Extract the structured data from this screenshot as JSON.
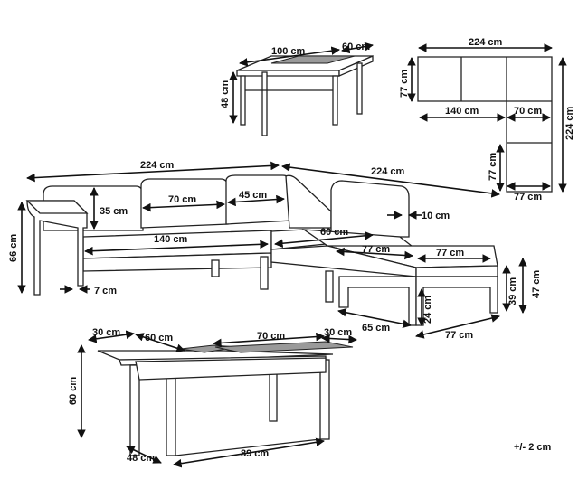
{
  "colors": {
    "ink": "#111111",
    "paper": "#ffffff",
    "glass": "#9a9a9a"
  },
  "labels": {
    "table_top_width": "100 cm",
    "table_top_depth": "60 cm",
    "table_top_height": "48 cm",
    "plan_total_width": "224 cm",
    "plan_height_left": "77 cm",
    "plan_seat_140": "140 cm",
    "plan_seat_70": "70 cm",
    "plan_total_right": "224 cm",
    "plan_corner_77a": "77 cm",
    "plan_corner_77b": "77 cm",
    "sofa_width_left": "224 cm",
    "sofa_width_right": "224 cm",
    "sofa_back_height": "35 cm",
    "sofa_cushion_70": "70 cm",
    "sofa_cushion_45": "45 cm",
    "sofa_armrest": "10 cm",
    "sofa_total_height": "66 cm",
    "sofa_seat_140": "140 cm",
    "sofa_60": "60 cm",
    "sofa_77a": "77 cm",
    "sofa_77b": "77 cm",
    "sofa_leg": "7 cm",
    "ottoman_seat_height": "39 cm",
    "ottoman_total_height": "47 cm",
    "ottoman_24": "24 cm",
    "ottoman_65": "65 cm",
    "ottoman_77": "77 cm",
    "table_30a": "30 cm",
    "table_60": "60 cm",
    "table_70": "70 cm",
    "table_30b": "30 cm",
    "table_height": "60 cm",
    "table_48": "48 cm",
    "table_89": "89 cm",
    "tolerance": "+/- 2 cm"
  }
}
